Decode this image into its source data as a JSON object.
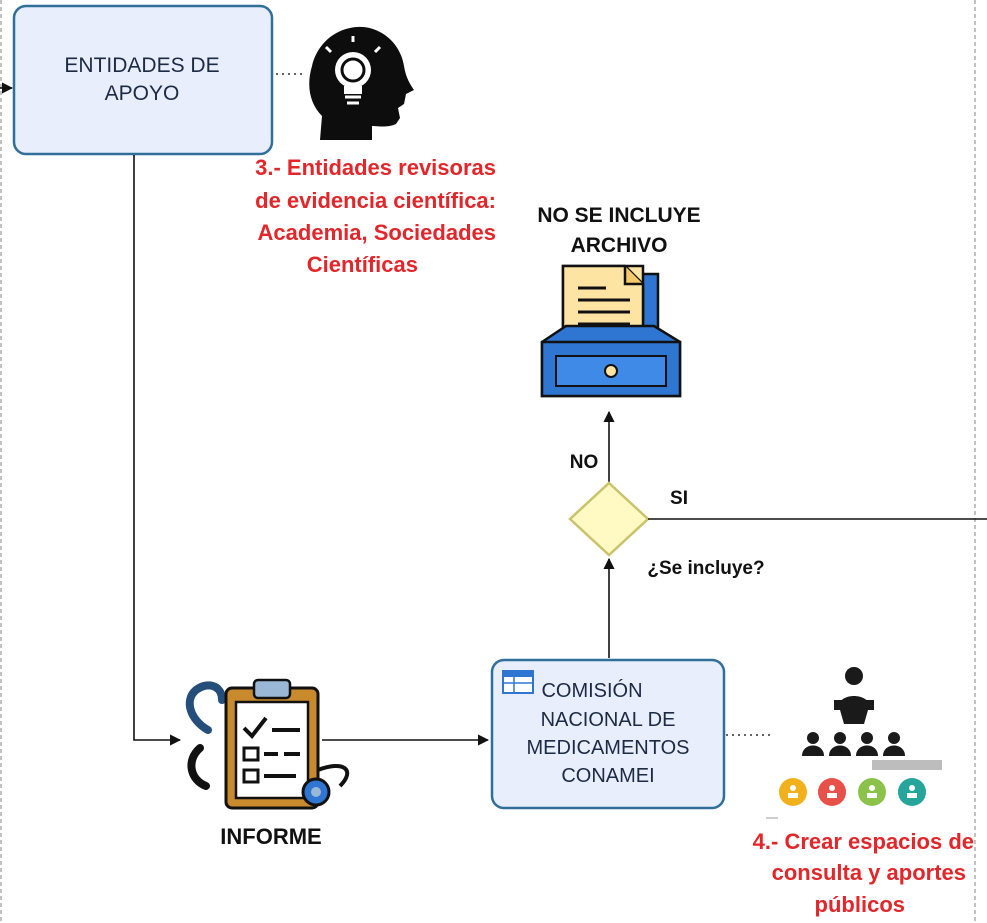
{
  "nodes": {
    "entidades": {
      "label_line1": "ENTIDADES DE",
      "label_line2": "APOYO"
    },
    "conamei": {
      "label_line1": "COMISIÓN",
      "label_line2": "NACIONAL DE",
      "label_line3": "MEDICAMENTOS",
      "label_line4": "CONAMEI"
    },
    "informe": {
      "label": "INFORME"
    },
    "archivo": {
      "label_line1": "NO SE INCLUYE",
      "label_line2": "ARCHIVO"
    },
    "decision": {
      "label": "¿Se incluye?",
      "yes_label": "SI",
      "no_label": "NO"
    }
  },
  "notes": {
    "step3": {
      "line1": "3.- Entidades revisoras",
      "line2": "de evidencia científica:",
      "line3": "Academia, Sociedades",
      "line4": "Científicas"
    },
    "step4": {
      "line1": "4.- Crear espacios de",
      "line2": "consulta y aportes",
      "line3": "públicos"
    }
  },
  "colors": {
    "box_fill": "#e8eefb",
    "box_stroke": "#2f6f9a",
    "note_red": "#e3262a",
    "diamond_fill": "#fff9c4",
    "diamond_stroke": "#c9c36b",
    "folder_blue": "#2e76d2",
    "paper_yellow": "#fde4a3",
    "clipboard_brown": "#c98a2e",
    "stethoscope_blue": "#254f7a"
  },
  "icons": {
    "entidades": "head-lightbulb-icon",
    "archivo": "archive-drawer-icon",
    "informe": "clipboard-stethoscope-icon",
    "conamei": "table-window-icon",
    "consulta": "public-speaker-audience-icon"
  }
}
